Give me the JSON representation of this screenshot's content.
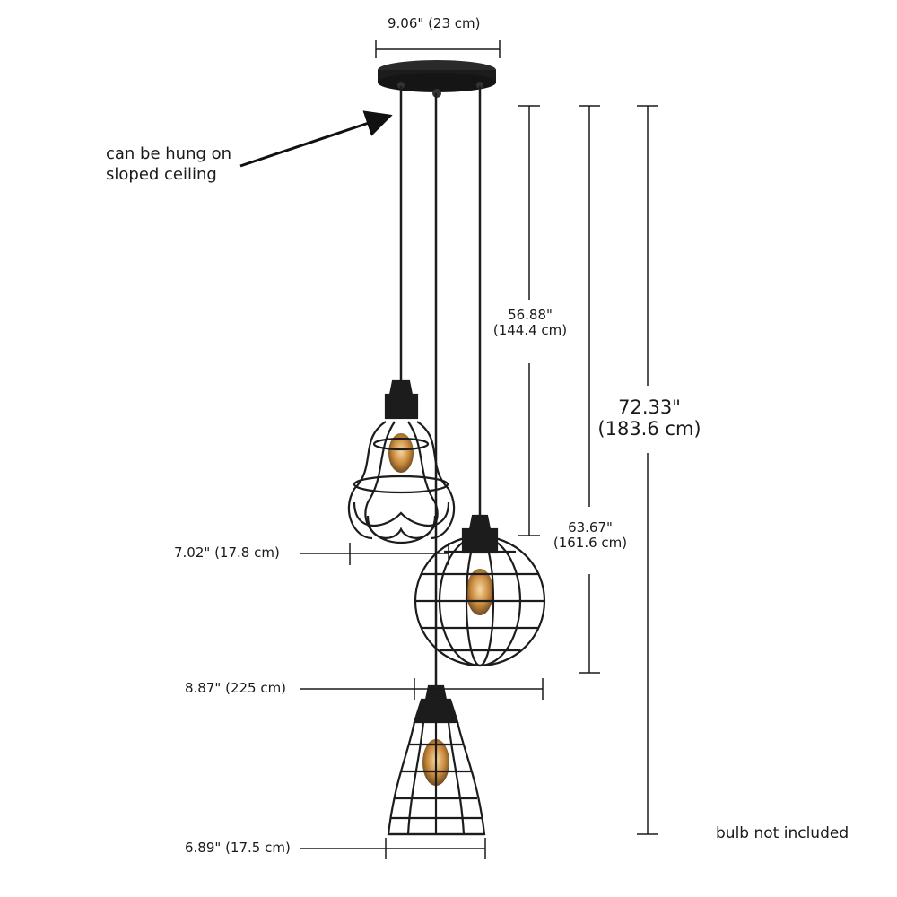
{
  "dimensions": {
    "canopy_width": "9.06\" (23 cm)",
    "pendant_top_width": "7.02\" (17.8 cm)",
    "pendant_middle_width": "8.87\" (225 cm)",
    "pendant_bottom_width": "6.89\" (17.5 cm)",
    "drop_short_in": "56.88\"",
    "drop_short_cm": "(144.4 cm)",
    "drop_mid_in": "63.67\"",
    "drop_mid_cm": "(161.6 cm)",
    "drop_total_in": "72.33\"",
    "drop_total_cm": "(183.6 cm)"
  },
  "notes": {
    "sloped_line1": "can be hung on",
    "sloped_line2": "sloped ceiling",
    "bulb": "bulb not included"
  },
  "colors": {
    "fixture": "#1c1c1c",
    "bulb_glow": "#c98a3c",
    "text": "#1a1a1a"
  }
}
